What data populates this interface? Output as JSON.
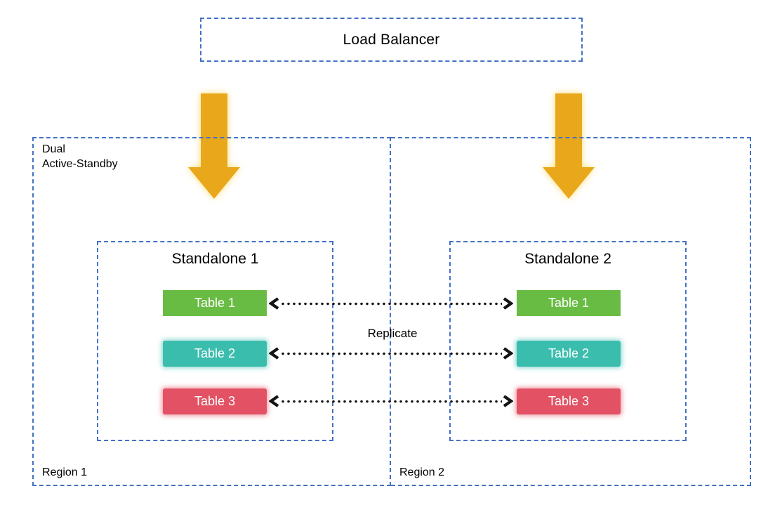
{
  "diagram": {
    "load_balancer_label": "Load Balancer",
    "mode_label": "Dual\nActive-Standby",
    "replicate_label": "Replicate",
    "regions": [
      {
        "label": "Region 1",
        "standalone": {
          "title": "Standalone 1",
          "tables": [
            {
              "label": "Table 1",
              "color": "#69BC43"
            },
            {
              "label": "Table 2",
              "color": "#3BBDAE"
            },
            {
              "label": "Table 3",
              "color": "#E25264"
            }
          ]
        }
      },
      {
        "label": "Region 2",
        "standalone": {
          "title": "Standalone 2",
          "tables": [
            {
              "label": "Table 1",
              "color": "#69BC43"
            },
            {
              "label": "Table 2",
              "color": "#3BBDAE"
            },
            {
              "label": "Table 3",
              "color": "#E25264"
            }
          ]
        }
      }
    ],
    "colors": {
      "dashed_border": "#4472C4",
      "down_arrow": "#E9A81B",
      "down_arrow_glow": "#FFDB6E",
      "connector_dots": "#151515",
      "table_green": "#69BC43",
      "table_teal": "#3BBDAE",
      "table_red": "#E25264",
      "background": "#FFFFFF"
    }
  }
}
